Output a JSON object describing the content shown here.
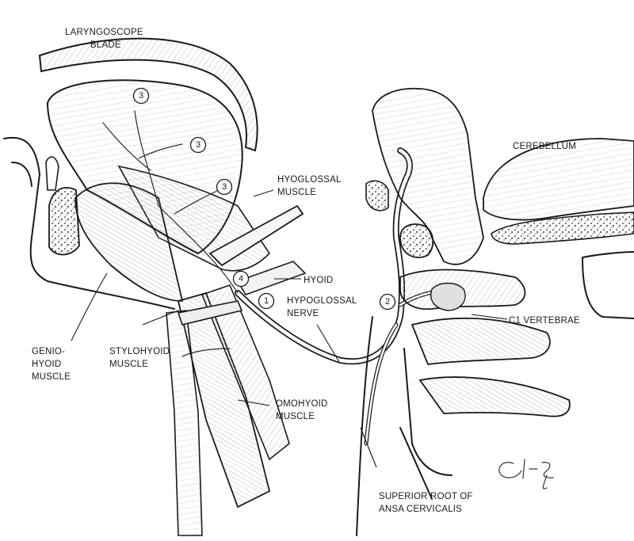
{
  "labels": {
    "laryngoscope_blade": [
      "LARYNGOSCOPE",
      "BLADE"
    ],
    "cerebellum": "CEREBELLUM",
    "hyoglossal_muscle": [
      "HYOGLOSSAL",
      "MUSCLE"
    ],
    "hyoid": "HYOID",
    "hypoglossal_nerve": [
      "HYPOGLOSSAL",
      "NERVE"
    ],
    "c1_vertebrae": "C1 VERTEBRAE",
    "geniohyoid_muscle": [
      "GENIO-",
      "HYOID",
      "MUSCLE"
    ],
    "stylohyoid_muscle": [
      "STYLOHYOID",
      "MUSCLE"
    ],
    "omohyoid_muscle": [
      "OMOHYOID",
      "MUSCLE"
    ],
    "superior_root": [
      "SUPERIOR ROOT OF",
      "ANSA CERVICALIS"
    ]
  },
  "markers": [
    "3",
    "3",
    "3",
    "4",
    "1",
    "2"
  ],
  "signature": "Cl-Z"
}
